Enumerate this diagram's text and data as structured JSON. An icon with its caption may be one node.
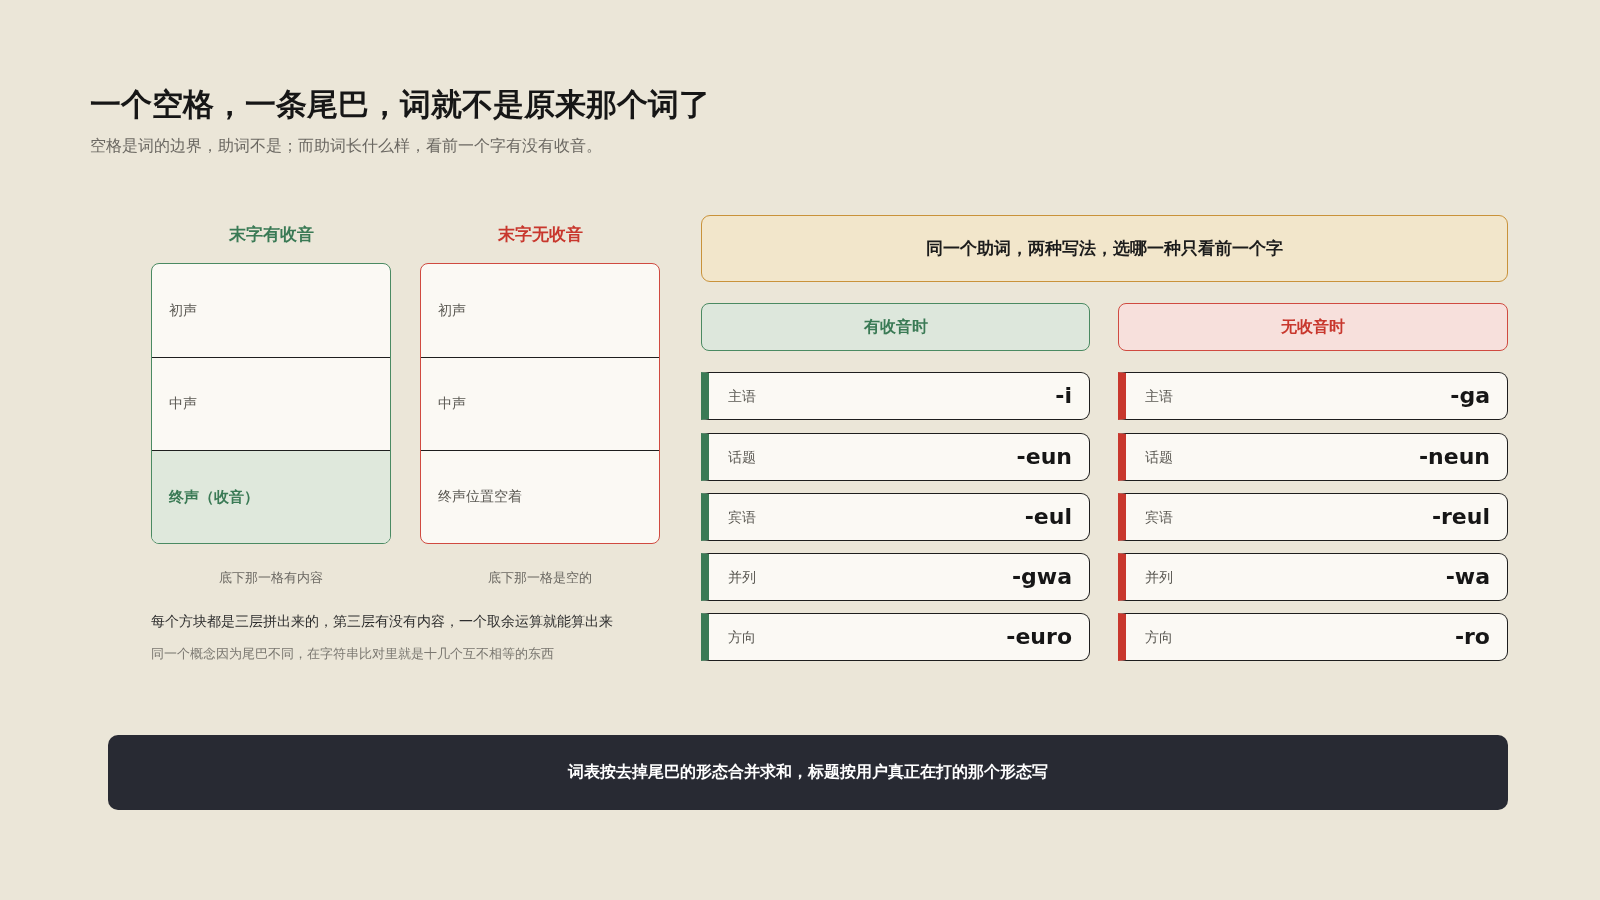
{
  "diagram": {
    "title": "一个空格，一条尾巴，词就不是原来那个词了",
    "nodes": [
      {
        "text": [
          "末字有收音"
        ],
        "beside": [
          "底下那一格有内容"
        ]
      },
      {
        "text": [
          "初声"
        ],
        "in": 0
      },
      {
        "text": [
          "中声"
        ],
        "in": 0
      },
      {
        "text": [
          "终声（收音）"
        ],
        "in": 0
      },
      {
        "text": [
          "末字无收音"
        ],
        "beside": [
          "底下那一格是空的"
        ]
      },
      {
        "text": [
          "初声"
        ],
        "in": 4
      },
      {
        "text": [
          "中声"
        ],
        "in": 4
      },
      {
        "text": [
          "终声位置空着"
        ],
        "in": 4
      },
      {
        "text": [
          "同一个助词，两种写法，选哪一种只看前一个字"
        ]
      },
      {
        "text": [
          "有收音时"
        ]
      },
      {
        "text": [
          "主语",
          "-i"
        ]
      },
      {
        "text": [
          "话题",
          "-eun"
        ]
      },
      {
        "text": [
          "宾语",
          "-eul"
        ]
      },
      {
        "text": [
          "并列",
          "-gwa"
        ]
      },
      {
        "text": [
          "方向",
          "-euro"
        ]
      },
      {
        "text": [
          "无收音时"
        ]
      },
      {
        "text": [
          "主语",
          "-ga"
        ]
      },
      {
        "text": [
          "话题",
          "-neun"
        ]
      },
      {
        "text": [
          "宾语",
          "-reul"
        ]
      },
      {
        "text": [
          "并列",
          "-wa"
        ]
      },
      {
        "text": [
          "方向",
          "-ro"
        ]
      },
      {
        "text": [
          "词表按去掉尾巴的形态合并求和，标题按用户真正在打的那个形态写"
        ]
      }
    ],
    "labels": [
      "空格是词的边界，助词不是；而助词长什么样，看前一个字有没有收音。",
      "每个方块都是三层拼出来的，第三层有没有内容，一个取余运算就能算出来",
      "同一个概念因为尾巴不同，在字符串比对里就是十几个互不相等的东西"
    ]
  }
}
